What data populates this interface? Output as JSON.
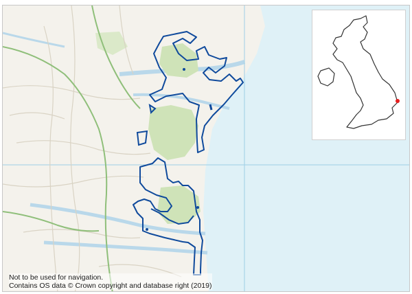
{
  "map": {
    "colors": {
      "land": "#f4f2ec",
      "sea": "#dff1f7",
      "woodland": "#cfe3b8",
      "estuary": "#b9d8ea",
      "boundary": "#0f4a9c",
      "road_major": "#8fbf7a",
      "road_minor": "#d9d3c4",
      "grid": "#9ecfe6",
      "locator_marker": "#e61e1e"
    },
    "icons": {
      "site_boundary": "site-boundary-outline",
      "locator": "uk-locator-map-icon",
      "marker": "red-dot-marker"
    },
    "caption": {
      "line1": "Not to be used for navigation.",
      "line2": "Contains OS data © Crown copyright and database right (2019)"
    }
  }
}
